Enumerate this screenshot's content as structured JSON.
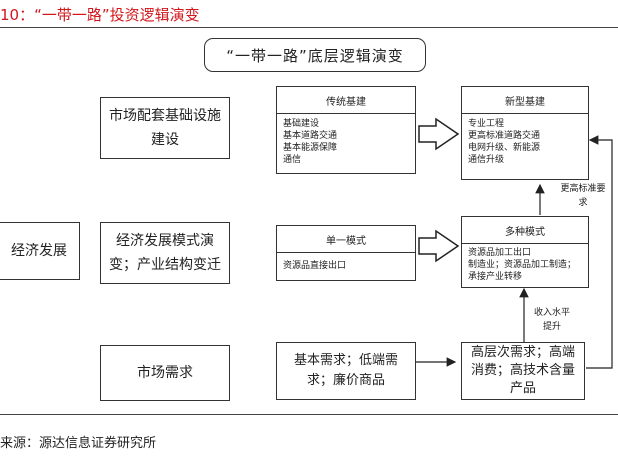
{
  "figure_title": "10：“一带一路”投资逻辑演变",
  "main_title": "“一带一路”底层逻辑演变",
  "left_label": "经济发展",
  "categories": {
    "infra": "市场配套基础设施建设",
    "mode": "经济发展模式演变；产业结构变迁",
    "demand": "市场需求"
  },
  "traditional": {
    "header": "传统基建",
    "items": [
      "基础建设",
      "基本道路交通",
      "基本能源保障",
      "通信"
    ]
  },
  "new_infra": {
    "header": "新型基建",
    "items": [
      "专业工程",
      "更高标准道路交通",
      "电网升级、新能源",
      "通信升级"
    ]
  },
  "single_mode": {
    "header": "单一模式",
    "text": "资源品直接出口"
  },
  "multi_mode": {
    "header": "多种模式",
    "items": [
      "资源品加工出口",
      "制造业；资源品加工制造；承接产业转移"
    ]
  },
  "basic_demand": "基本需求；低端需求；廉价商品",
  "high_demand": "高层次需求；高端消费；高技术含量产品",
  "annotations": {
    "higher_standard": "更高标准要求",
    "income_up": "收入水平提升"
  },
  "source": "来源：源达信息证券研究所"
}
